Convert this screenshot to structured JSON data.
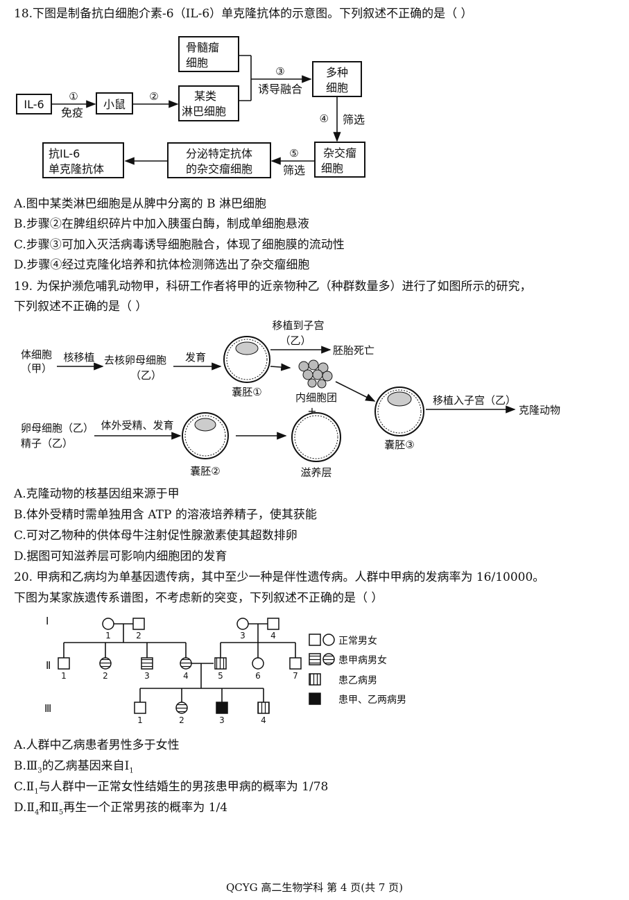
{
  "q18": {
    "stem": "18.下图是制备抗白细胞介素-6（IL-6）单克隆抗体的示意图。下列叙述不正确的是（    ）",
    "diagram": {
      "il6": "IL-6",
      "step1": "①",
      "immunize": "免疫",
      "mouse": "小鼠",
      "step2": "②",
      "myeloma_1": "骨髓瘤",
      "myeloma_2": "细胞",
      "lymph_1": "某类",
      "lymph_2": "淋巴细胞",
      "step3": "③",
      "induce_fusion": "诱导融合",
      "multi_1": "多种",
      "multi_2": "细胞",
      "step4": "④",
      "screen4": "筛选",
      "hybrid_1": "杂交瘤",
      "hybrid_2": "细胞",
      "step5": "⑤",
      "screen5": "筛选",
      "secrete_1": "分泌特定抗体",
      "secrete_2": "的杂交瘤细胞",
      "anti_1": "抗IL-6",
      "anti_2": "单克隆抗体"
    },
    "options": [
      "A.图中某类淋巴细胞是从脾中分离的 B 淋巴细胞",
      "B.步骤②在脾组织碎片中加入胰蛋白酶，制成单细胞悬液",
      "C.步骤③可加入灭活病毒诱导细胞融合，体现了细胞膜的流动性",
      "D.步骤④经过克隆化培养和抗体检测筛选出了杂交瘤细胞"
    ]
  },
  "q19": {
    "stem_1": "19. 为保护濒危哺乳动物甲，科研工作者将甲的近亲物种乙（种群数量多）进行了如图所示的研究，",
    "stem_2": "下列叙述不正确的是（    ）",
    "diagram": {
      "somatic_1": "体细胞",
      "somatic_2": "（甲）",
      "nuclear_transfer": "核移植",
      "enucleated_1": "去核卵母细胞",
      "enucleated_2": "（乙）",
      "develop": "发育",
      "transplant_1": "移植到子宫",
      "transplant_2": "（乙）",
      "embryo_death": "胚胎死亡",
      "blastocyst1": "囊胚①",
      "icm": "内细胞团",
      "plus": "+",
      "blastocyst3": "囊胚③",
      "transplant_in": "移植入子宫（乙）",
      "clone": "克隆动物",
      "oocyte_1": "卵母细胞（乙）",
      "oocyte_2": "精子（乙）",
      "ivf": "体外受精、发育",
      "blastocyst2": "囊胚②",
      "trophoblast": "滋养层"
    },
    "options": [
      "A.克隆动物的核基因组来源于甲",
      "B.体外受精时需单独用含 ATP 的溶液培养精子，使其获能",
      "C.可对乙物种的供体母牛注射促性腺激素使其超数排卵",
      "D.据图可知滋养层可影响内细胞团的发育"
    ]
  },
  "q20": {
    "stem_1": "20. 甲病和乙病均为单基因遗传病，其中至少一种是伴性遗传病。人群中甲病的发病率为 16/10000。",
    "stem_2": "下图为某家族遗传系谱图，不考虑新的突变，下列叙述不正确的是（    ）",
    "pedigree": {
      "gen1": "Ⅰ",
      "gen2": "Ⅱ",
      "gen3": "Ⅲ",
      "i1": "1",
      "i2": "2",
      "i3": "3",
      "i4": "4",
      "ii1": "1",
      "ii2": "2",
      "ii3": "3",
      "ii4": "4",
      "ii5": "5",
      "ii6": "6",
      "ii7": "7",
      "iii1": "1",
      "iii2": "2",
      "iii3": "3",
      "iii4": "4",
      "legend_normal": "正常男女",
      "legend_a": "患甲病男女",
      "legend_b": "患乙病男",
      "legend_ab": "患甲、乙两病男"
    },
    "options": {
      "a": "A.人群中乙病患者男性多于女性",
      "b_pre": "B.Ⅲ",
      "b_sub1": "3",
      "b_mid": "的乙病基因来自Ⅰ",
      "b_sub2": "1",
      "c_pre": "C.Ⅱ",
      "c_sub": "1",
      "c_post": "与人群中一正常女性结婚生的男孩患甲病的概率为 1/78",
      "d_pre": "D.Ⅱ",
      "d_sub1": "4",
      "d_mid": "和Ⅱ",
      "d_sub2": "5",
      "d_post": "再生一个正常男孩的概率为 1/4"
    }
  },
  "footer": "QCYG 高二生物学科  第 4 页(共 7 页)"
}
